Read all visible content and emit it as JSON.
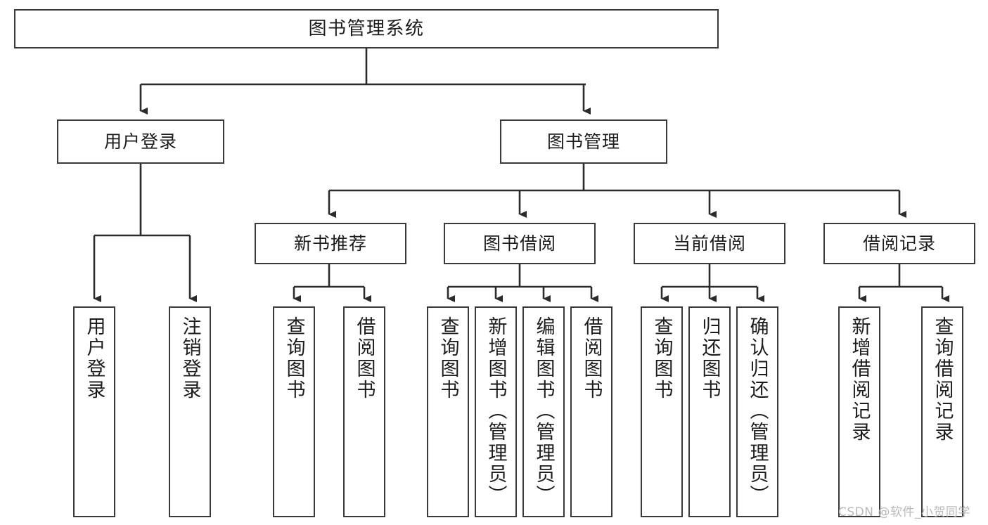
{
  "diagram": {
    "type": "tree-hierarchy-chart",
    "title": "图书管理系统",
    "watermark": "CSDN @软件_小贺同学",
    "colors": {
      "box_border": "#3a3a3a",
      "box_fill": "#ffffff",
      "connector": "#2b2b2b",
      "text": "#1c1c1c",
      "watermark": "#b9b9b9",
      "background": "#ffffff"
    },
    "root": {
      "label": "图书管理系统",
      "level": 1
    },
    "level2": [
      {
        "label": "用户登录"
      },
      {
        "label": "图书管理"
      }
    ],
    "level3": [
      {
        "label": "新书推荐"
      },
      {
        "label": "图书借阅"
      },
      {
        "label": "当前借阅"
      },
      {
        "label": "借阅记录"
      }
    ],
    "leaves": {
      "user_login": [
        {
          "label": "用户登录"
        },
        {
          "label": "注销登录"
        }
      ],
      "new_book_recommend": [
        {
          "label": "查询图书"
        },
        {
          "label": "借阅图书"
        }
      ],
      "book_borrow": [
        {
          "label": "查询图书"
        },
        {
          "label": "新增图书（管理员）"
        },
        {
          "label": "编辑图书（管理员）"
        },
        {
          "label": "借阅图书"
        }
      ],
      "current_borrow": [
        {
          "label": "查询图书"
        },
        {
          "label": "归还图书"
        },
        {
          "label": "确认归还（管理员）"
        }
      ],
      "borrow_record": [
        {
          "label": "新增借阅记录"
        },
        {
          "label": "查询借阅记录"
        }
      ]
    }
  }
}
